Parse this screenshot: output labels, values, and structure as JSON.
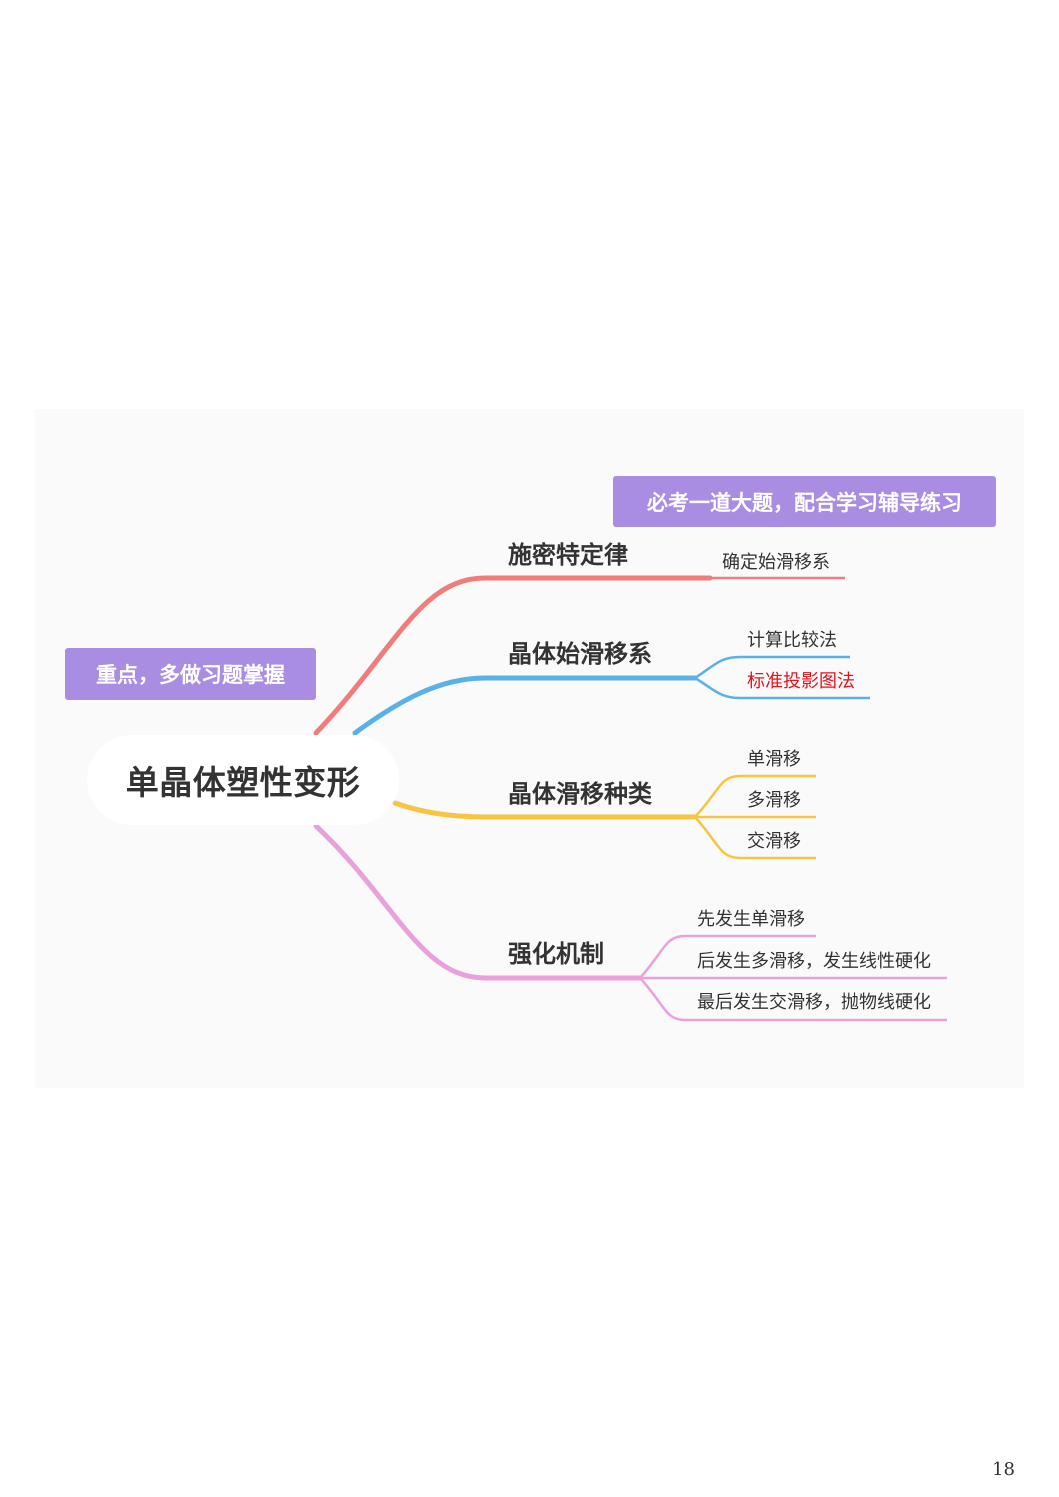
{
  "mindmap": {
    "root_label": "单晶体塑性变形",
    "callouts": {
      "left": "重点，多做习题掌握",
      "top": "必考一道大题，配合学习辅导练习"
    },
    "branches": [
      {
        "label": "施密特定律",
        "color": "#f07c7c",
        "children": [
          {
            "label": "确定始滑移系",
            "color": "#333333"
          }
        ]
      },
      {
        "label": "晶体始滑移系",
        "color": "#5ab1e8",
        "children": [
          {
            "label": "计算比较法",
            "color": "#333333"
          },
          {
            "label": "标准投影图法",
            "color": "#e8101a"
          }
        ]
      },
      {
        "label": "晶体滑移种类",
        "color": "#f7c443",
        "children": [
          {
            "label": "单滑移",
            "color": "#333333"
          },
          {
            "label": "多滑移",
            "color": "#333333"
          },
          {
            "label": "交滑移",
            "color": "#333333"
          }
        ]
      },
      {
        "label": "强化机制",
        "color": "#eaa0dc",
        "children": [
          {
            "label": "先发生单滑移",
            "color": "#333333"
          },
          {
            "label": "后发生多滑移，发生线性硬化",
            "color": "#333333"
          },
          {
            "label": "最后发生交滑移，抛物线硬化",
            "color": "#333333"
          }
        ]
      }
    ]
  },
  "page_number": "18"
}
